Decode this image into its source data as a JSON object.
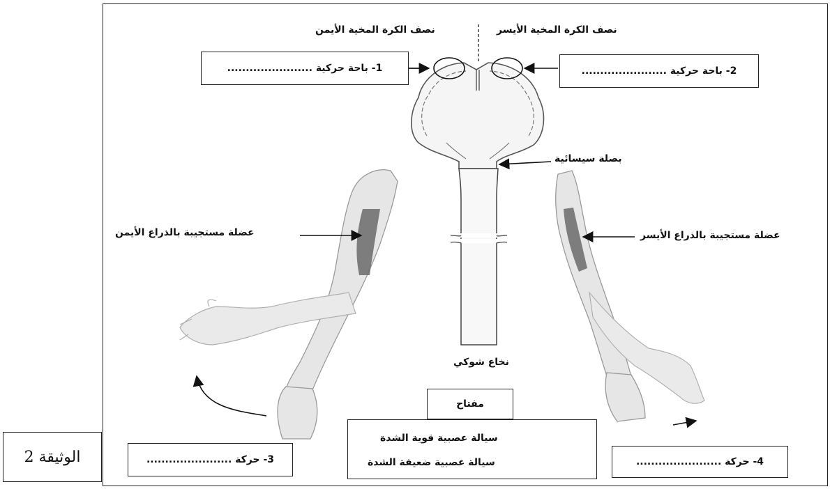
{
  "hemispheres": {
    "right": "نصف الكرة المخية الأيمن",
    "left": "نصف الكرة المخية الأيسر"
  },
  "motor_areas": {
    "one": "1- باحة حركية .......................",
    "two": "2- باحة حركية ......................."
  },
  "structures": {
    "medulla": "بصلة سيسائية",
    "spinal_cord": "نخاع شوكي",
    "right_muscle": "عضلة مستجيبة بالذراع الأيمن",
    "left_muscle": "عضلة مستجيبة بالذراع الأيسر"
  },
  "movements": {
    "three": "3- حركة .......................",
    "four": "4- حركة ......................."
  },
  "key": {
    "title": "مفتاح",
    "strong": "سيالة عصبية قوية الشدة",
    "weak": "سيالة عصبية ضعيفة الشدة"
  },
  "document_label": "الوثيقة 2",
  "colors": {
    "line": "#111111",
    "arm": "#e6e6e6",
    "arm_stroke": "#9a9a9a",
    "muscle": "#6a6a6a",
    "brain_stroke": "#555555"
  }
}
